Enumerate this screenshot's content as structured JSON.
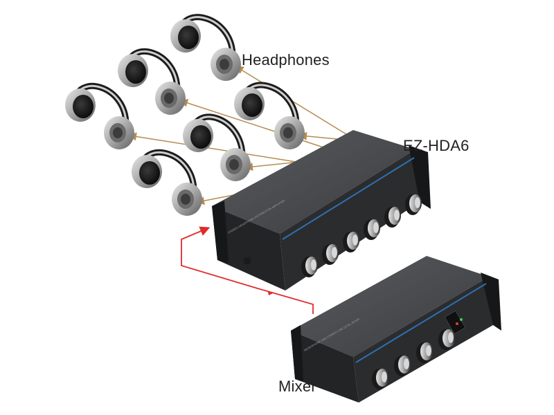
{
  "labels": {
    "headphones": "Headphones",
    "distribution_amp": "EZ-HDA6",
    "mixer": "Mixer"
  },
  "devices": {
    "distribution_amp": {
      "knob_count": 6,
      "faceplate_text": "STEREO HEADPHONE DISTRIBUTION AMPLIFIER"
    },
    "mixer": {
      "knob_count": 4,
      "faceplate_text": "MICROPHONE AND STEREO LINE-LEVEL MIXER"
    }
  },
  "headphone_count": 6,
  "colors": {
    "signal_line": "#e02b2b",
    "headphone_line": "#b58b4f",
    "chassis_top": "#46484b",
    "chassis_front": "#2b2c2e",
    "panel_accent": "#2f6fb3"
  }
}
